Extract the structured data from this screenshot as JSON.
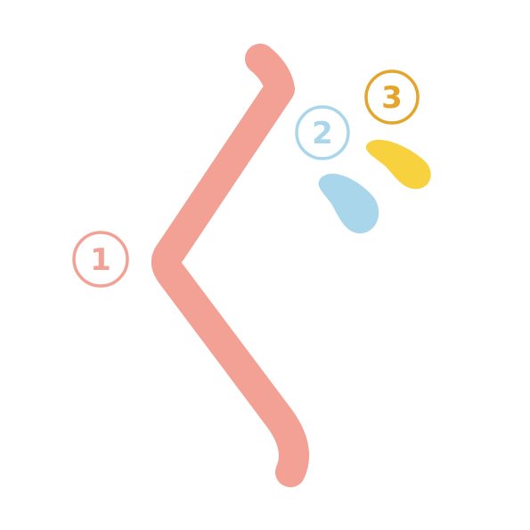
{
  "strokes": [
    {
      "order": "1",
      "color": "#f2a194"
    },
    {
      "order": "2",
      "color": "#a9d6ea"
    },
    {
      "order": "3",
      "color": "#f8d13e",
      "label_color": "#e5a52d"
    }
  ]
}
